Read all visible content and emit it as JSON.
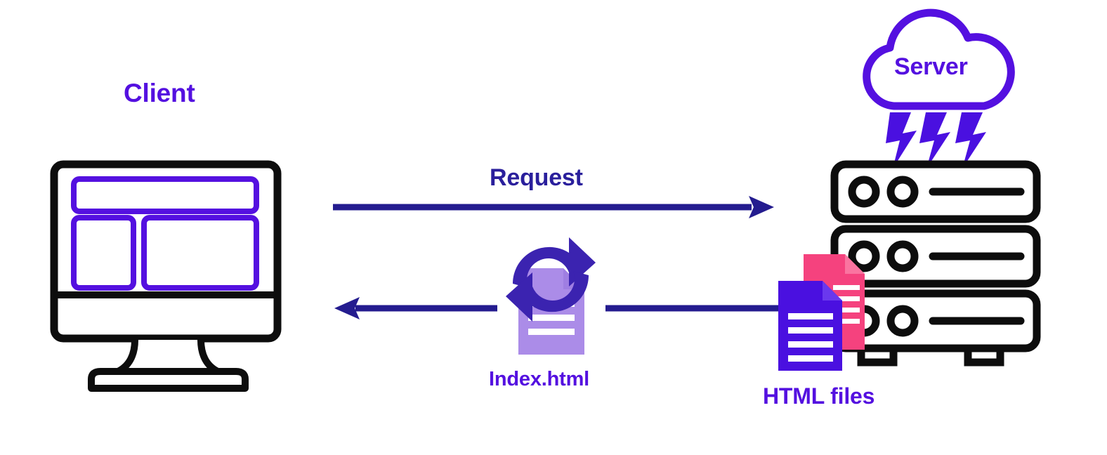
{
  "diagram": {
    "title": "Client Server HTML Request Flow",
    "background": "#ffffff",
    "colors": {
      "purple": "#5410e0",
      "navy": "#2a1f9c",
      "arrow": "#241c8f",
      "black": "#0d0d0d",
      "pink": "#f5427e",
      "document_purple": "#4a10e0",
      "lavender": "#ab8ce8",
      "white": "#ffffff"
    },
    "labels": {
      "client": "Client",
      "request": "Request",
      "index": "Index.html",
      "html_files": "HTML files",
      "server": "Server"
    },
    "nodes": [
      {
        "id": "client",
        "label": "Client",
        "icon": "desktop-monitor-icon",
        "description": "Desktop computer monitor with wireframe layout blocks on screen"
      },
      {
        "id": "sync",
        "label": "Index.html",
        "icon": "document-sync-icon",
        "description": "Lavender document with circular refresh arrows"
      },
      {
        "id": "files",
        "label": "HTML files",
        "icon": "documents-stack-icon",
        "description": "Two stacked document files, pink behind and purple in front"
      },
      {
        "id": "server",
        "label": "Server",
        "icon": "server-rack-icon",
        "description": "Three-unit server rack with indicator lights"
      },
      {
        "id": "cloud",
        "label": "Server",
        "icon": "cloud-icon",
        "description": "Cloud outline labelled Server with three lightning bolts"
      }
    ],
    "edges": [
      {
        "id": "request-arrow",
        "label": "Request",
        "from": "client",
        "to": "server",
        "direction": "right",
        "color": "#241c8f"
      },
      {
        "id": "response-arrow",
        "label": "",
        "from": "files",
        "to": "client",
        "direction": "left",
        "color": "#241c8f"
      }
    ]
  }
}
